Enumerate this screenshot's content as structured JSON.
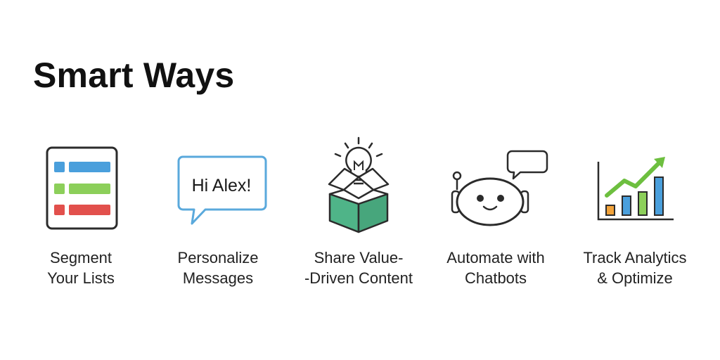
{
  "title": "Smart Ways",
  "items": [
    {
      "icon": "list-segments-icon",
      "lines": [
        "Segment",
        "Your Lists"
      ]
    },
    {
      "icon": "speech-bubble-icon",
      "bubble_text": "Hi Alex!",
      "lines": [
        "Personalize",
        "Messages"
      ]
    },
    {
      "icon": "lightbulb-box-icon",
      "lines": [
        "Share Value-",
        "-Driven Content"
      ]
    },
    {
      "icon": "chatbot-icon",
      "lines": [
        "Automate with",
        "Chatbots"
      ]
    },
    {
      "icon": "growth-chart-icon",
      "lines": [
        "Track Analytics",
        "& Optimize"
      ]
    }
  ],
  "colors": {
    "blue": "#4a9fdc",
    "green": "#8ccf5a",
    "red": "#e2504c",
    "teal": "#4fb488",
    "orange": "#f2a33a",
    "bubble": "#5aa9dc"
  }
}
